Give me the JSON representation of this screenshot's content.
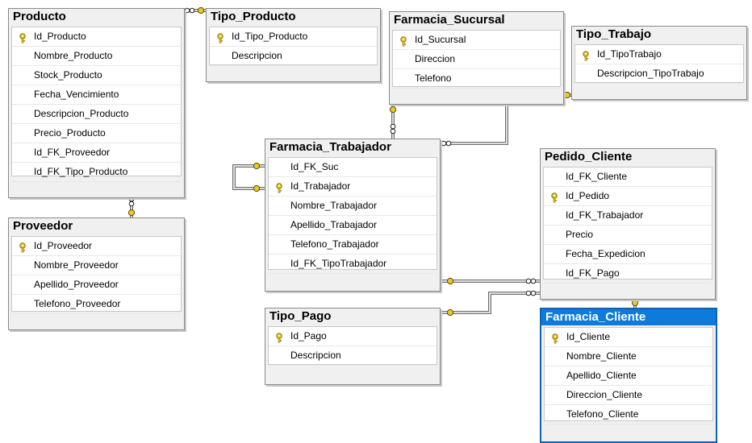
{
  "tables": [
    {
      "name": "Producto",
      "selected": false,
      "columns": [
        {
          "name": "Id_Producto",
          "pk": true
        },
        {
          "name": "Nombre_Producto",
          "pk": false
        },
        {
          "name": "Stock_Producto",
          "pk": false
        },
        {
          "name": "Fecha_Vencimiento",
          "pk": false
        },
        {
          "name": "Descripcion_Producto",
          "pk": false
        },
        {
          "name": "Precio_Producto",
          "pk": false
        },
        {
          "name": "Id_FK_Proveedor",
          "pk": false
        },
        {
          "name": "Id_FK_Tipo_Producto",
          "pk": false
        }
      ]
    },
    {
      "name": "Tipo_Producto",
      "selected": false,
      "columns": [
        {
          "name": "Id_Tipo_Producto",
          "pk": true
        },
        {
          "name": "Descripcion",
          "pk": false
        }
      ]
    },
    {
      "name": "Farmacia_Sucursal",
      "selected": false,
      "columns": [
        {
          "name": "Id_Sucursal",
          "pk": true
        },
        {
          "name": "Direccion",
          "pk": false
        },
        {
          "name": "Telefono",
          "pk": false
        }
      ]
    },
    {
      "name": "Tipo_Trabajo",
      "selected": false,
      "columns": [
        {
          "name": "Id_TipoTrabajo",
          "pk": true
        },
        {
          "name": "Descripcion_TipoTrabajo",
          "pk": false
        }
      ]
    },
    {
      "name": "Proveedor",
      "selected": false,
      "columns": [
        {
          "name": "Id_Proveedor",
          "pk": true
        },
        {
          "name": "Nombre_Proveedor",
          "pk": false
        },
        {
          "name": "Apellido_Proveedor",
          "pk": false
        },
        {
          "name": "Telefono_Proveedor",
          "pk": false
        }
      ]
    },
    {
      "name": "Farmacia_Trabajador",
      "selected": false,
      "columns": [
        {
          "name": "Id_FK_Suc",
          "pk": false
        },
        {
          "name": "Id_Trabajador",
          "pk": true
        },
        {
          "name": "Nombre_Trabajador",
          "pk": false
        },
        {
          "name": "Apellido_Trabajador",
          "pk": false
        },
        {
          "name": "Telefono_Trabajador",
          "pk": false
        },
        {
          "name": "Id_FK_TipoTrabajador",
          "pk": false
        }
      ]
    },
    {
      "name": "Pedido_Cliente",
      "selected": false,
      "columns": [
        {
          "name": "Id_FK_Cliente",
          "pk": false
        },
        {
          "name": "Id_Pedido",
          "pk": true
        },
        {
          "name": "Id_FK_Trabajador",
          "pk": false
        },
        {
          "name": "Precio",
          "pk": false
        },
        {
          "name": "Fecha_Expedicion",
          "pk": false
        },
        {
          "name": "Id_FK_Pago",
          "pk": false
        }
      ]
    },
    {
      "name": "Tipo_Pago",
      "selected": false,
      "columns": [
        {
          "name": "Id_Pago",
          "pk": true
        },
        {
          "name": "Descripcion",
          "pk": false
        }
      ]
    },
    {
      "name": "Farmacia_Cliente",
      "selected": true,
      "columns": [
        {
          "name": "Id_Cliente",
          "pk": true
        },
        {
          "name": "Nombre_Cliente",
          "pk": false
        },
        {
          "name": "Apellido_Cliente",
          "pk": false
        },
        {
          "name": "Direccion_Cliente",
          "pk": false
        },
        {
          "name": "Telefono_Cliente",
          "pk": false
        }
      ]
    }
  ],
  "colors": {
    "key": "#e8c82a",
    "selection": "#0e7ad9",
    "line": "#707070"
  }
}
